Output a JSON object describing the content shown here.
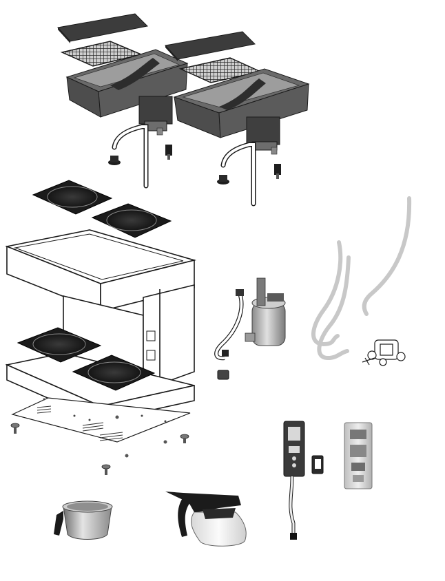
{
  "diagram": {
    "kind": "exploded-parts-view",
    "colors": {
      "outline": "#1a1a1a",
      "dark": "#2b2b2b",
      "mid": "#6e6e6e",
      "light": "#bdbdbd",
      "pale": "#e6e6e6",
      "steel": "#9a9a9a",
      "tube": "#d0d0d0",
      "glass": "#f2f2f2"
    },
    "parts": [
      {
        "id": "brew-basin-lid",
        "icon": "lid-icon"
      },
      {
        "id": "spray-grid",
        "icon": "grid-icon"
      },
      {
        "id": "brew-basin",
        "icon": "basin-icon"
      },
      {
        "id": "outlet-tube",
        "icon": "tube-icon"
      },
      {
        "id": "valve",
        "icon": "valve-icon"
      },
      {
        "id": "warmer-plate",
        "icon": "hotplate-icon"
      },
      {
        "id": "housing",
        "icon": "housing-icon"
      },
      {
        "id": "bottom-plate",
        "icon": "plate-icon"
      },
      {
        "id": "feet",
        "icon": "foot-icon"
      },
      {
        "id": "heating-element",
        "icon": "boiler-icon"
      },
      {
        "id": "silicone-hoses",
        "icon": "hose-icon"
      },
      {
        "id": "solenoid-valve",
        "icon": "solenoid-icon"
      },
      {
        "id": "control-panel",
        "icon": "panel-icon"
      },
      {
        "id": "switch",
        "icon": "switch-icon"
      },
      {
        "id": "circuit-board",
        "icon": "pcb-icon"
      },
      {
        "id": "filter-holder",
        "icon": "filter-holder-icon"
      },
      {
        "id": "glass-decanter",
        "icon": "decanter-icon"
      }
    ]
  }
}
